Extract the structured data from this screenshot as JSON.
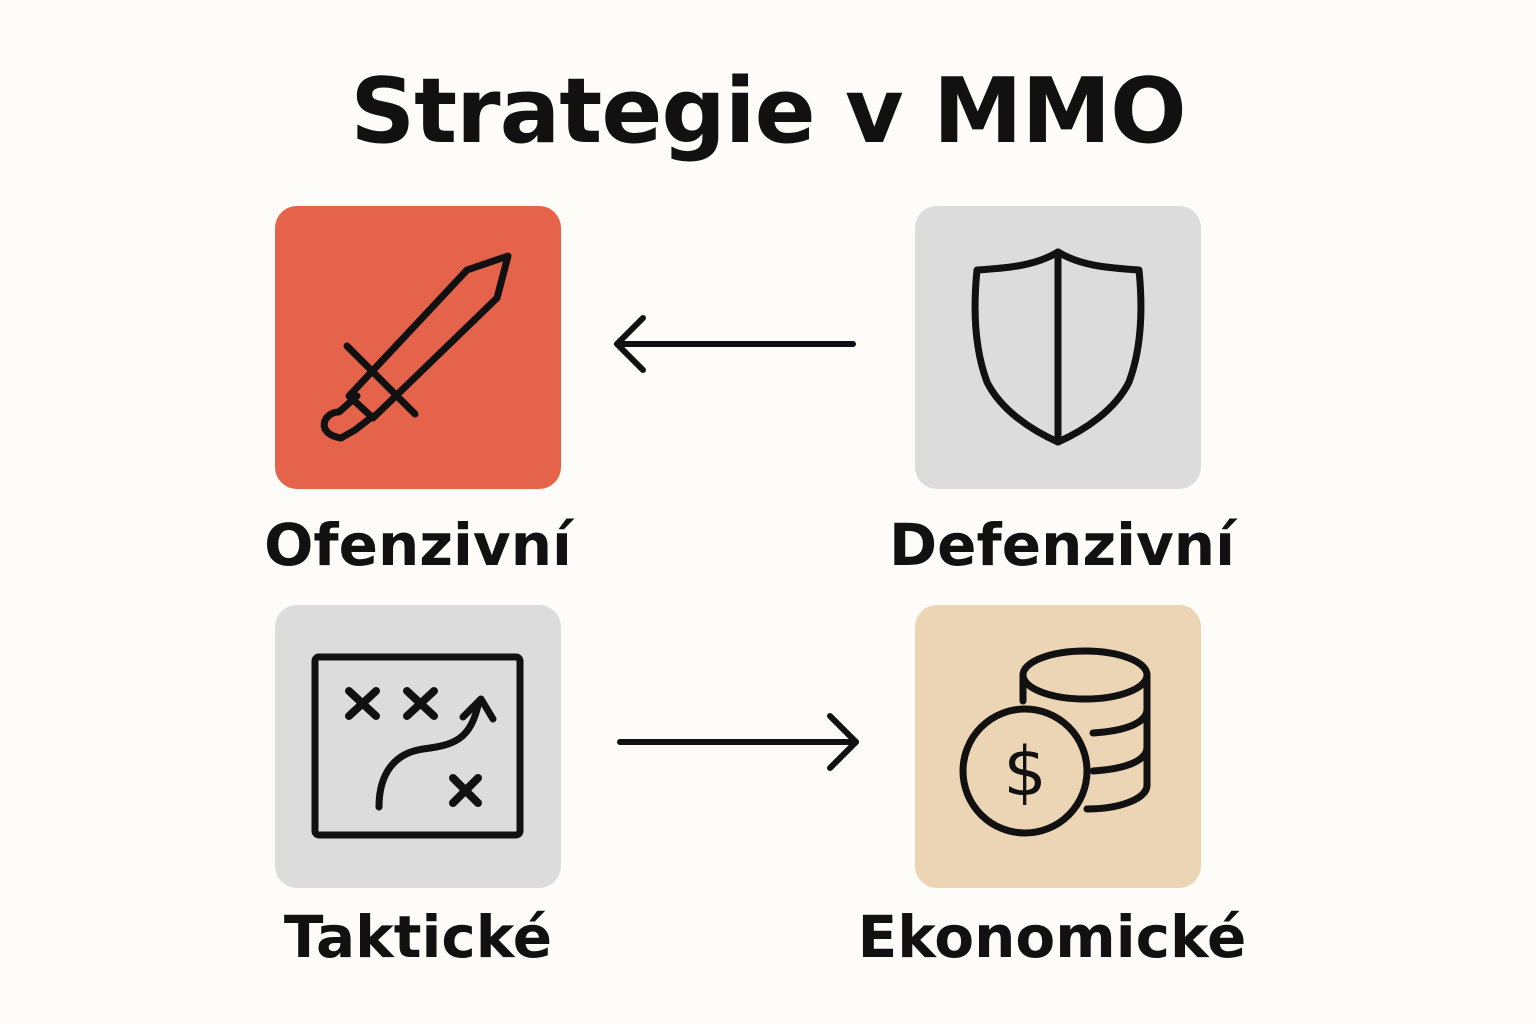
{
  "title": "Strategie v MMO",
  "strategies": [
    {
      "label": "Ofenzivní",
      "icon": "sword-icon",
      "color": "#e4634a"
    },
    {
      "label": "Defenzivní",
      "icon": "shield-icon",
      "color": "#dcdcdc"
    },
    {
      "label": "Taktické",
      "icon": "tactics-board-icon",
      "color": "#dcdcdc"
    },
    {
      "label": "Ekonomické",
      "icon": "coins-dollar-icon",
      "color": "#ebd5b5"
    }
  ],
  "arrows": [
    {
      "from": "Defenzivní",
      "to": "Ofenzivní"
    },
    {
      "from": "Taktické",
      "to": "Ekonomické"
    }
  ]
}
